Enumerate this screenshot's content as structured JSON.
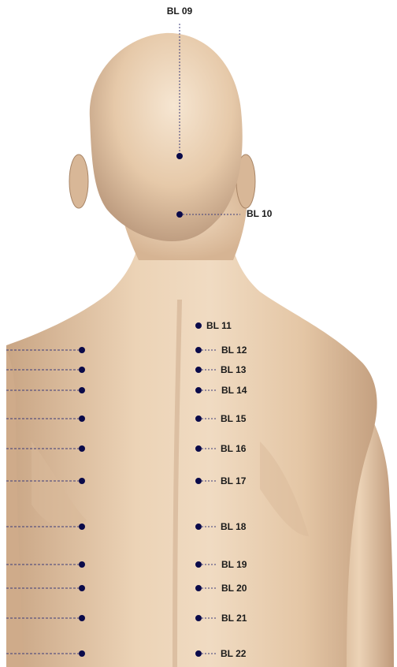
{
  "figure": {
    "title": "",
    "colors": {
      "skin": "#e6c9a9",
      "skin_shadow": "#b8967a",
      "skin_highlight": "#f6e6d2",
      "point": "#0a0a4a",
      "guide_line": "#3b3b7a",
      "label_text": "#1a1a1a"
    },
    "points": [
      {
        "label": "BL 09"
      },
      {
        "label": "BL 10"
      },
      {
        "label": "BL 11"
      },
      {
        "label": "BL 12"
      },
      {
        "label": "BL 13"
      },
      {
        "label": "BL 14"
      },
      {
        "label": "BL 15"
      },
      {
        "label": "BL 16"
      },
      {
        "label": "BL 17"
      },
      {
        "label": "BL 18"
      },
      {
        "label": "BL 19"
      },
      {
        "label": "BL 20"
      },
      {
        "label": "BL 21"
      },
      {
        "label": "BL 22"
      }
    ]
  }
}
